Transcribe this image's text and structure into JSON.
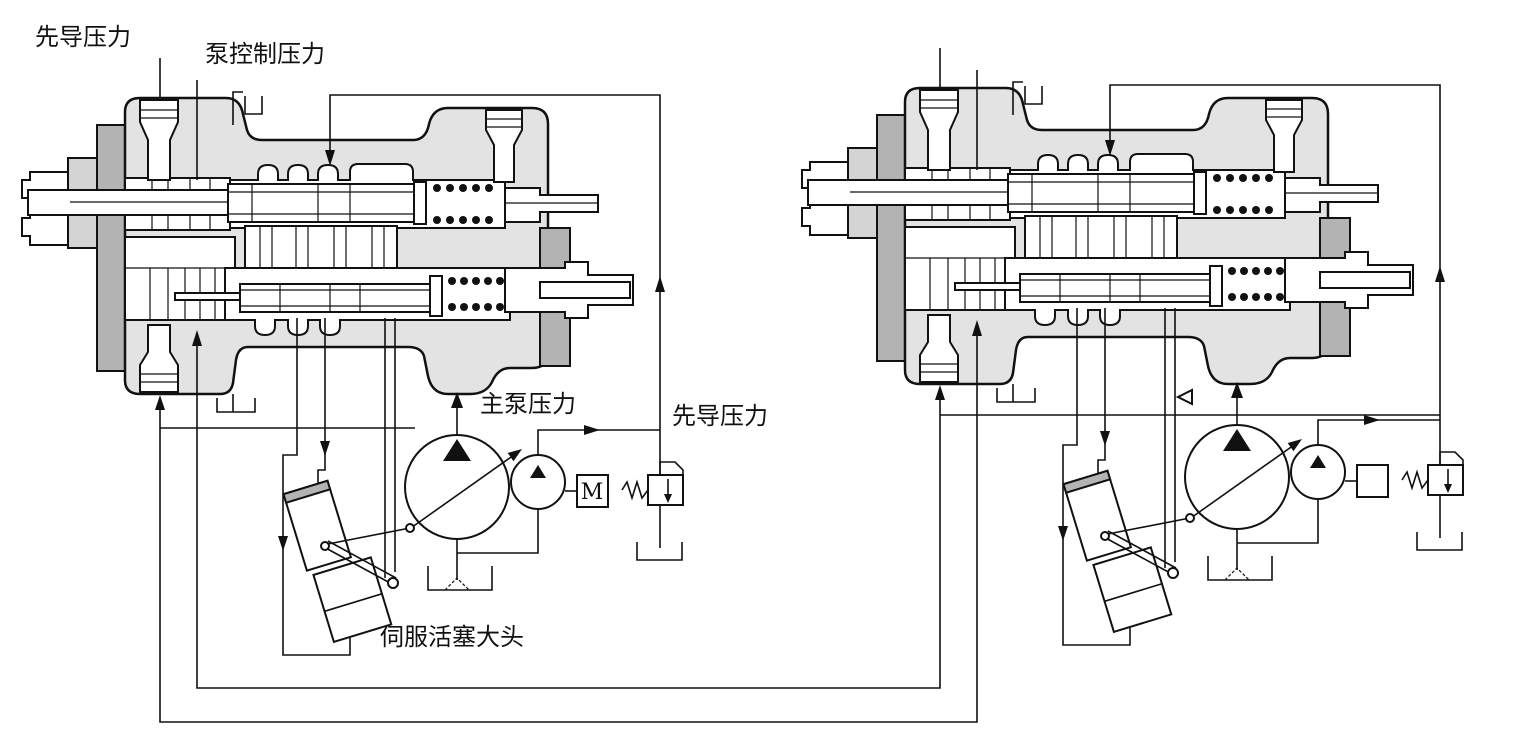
{
  "labels": {
    "pilot_pressure_top": "先导压力",
    "pump_control_pressure": "泵控制压力",
    "main_pump_pressure": "主泵压力",
    "pilot_pressure_output": "先导压力",
    "servo_piston_large_end": "伺服活塞大头",
    "motor": "M"
  }
}
